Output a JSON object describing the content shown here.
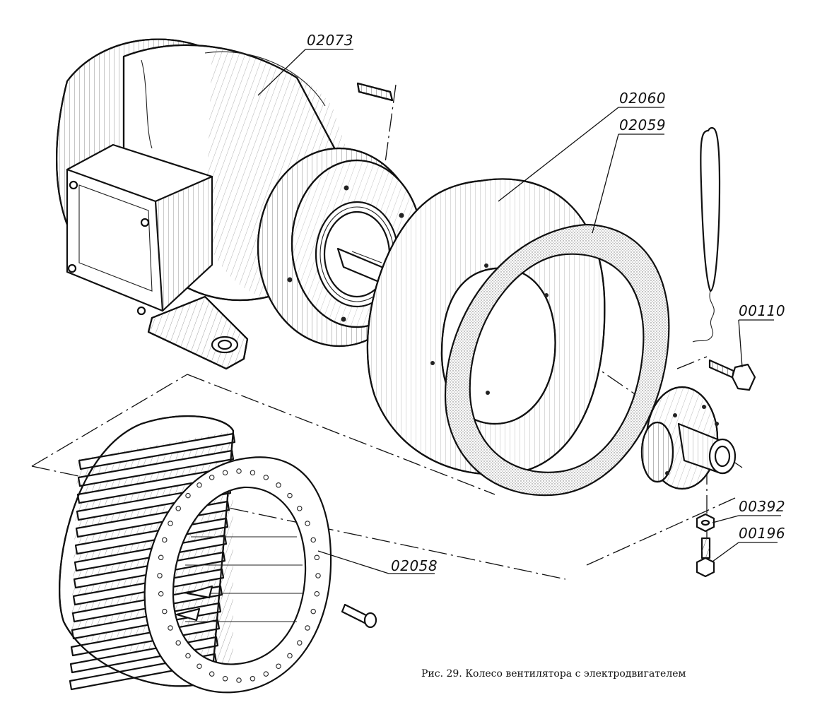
{
  "diagram": {
    "caption": "Рис. 29. Колесо вентилятора с электродвигателем",
    "callouts": {
      "motor": "02073",
      "plate": "02060",
      "ring": "02059",
      "bolt": "00110",
      "nut": "00392",
      "screw": "00196",
      "fan_wheel": "02058"
    }
  }
}
